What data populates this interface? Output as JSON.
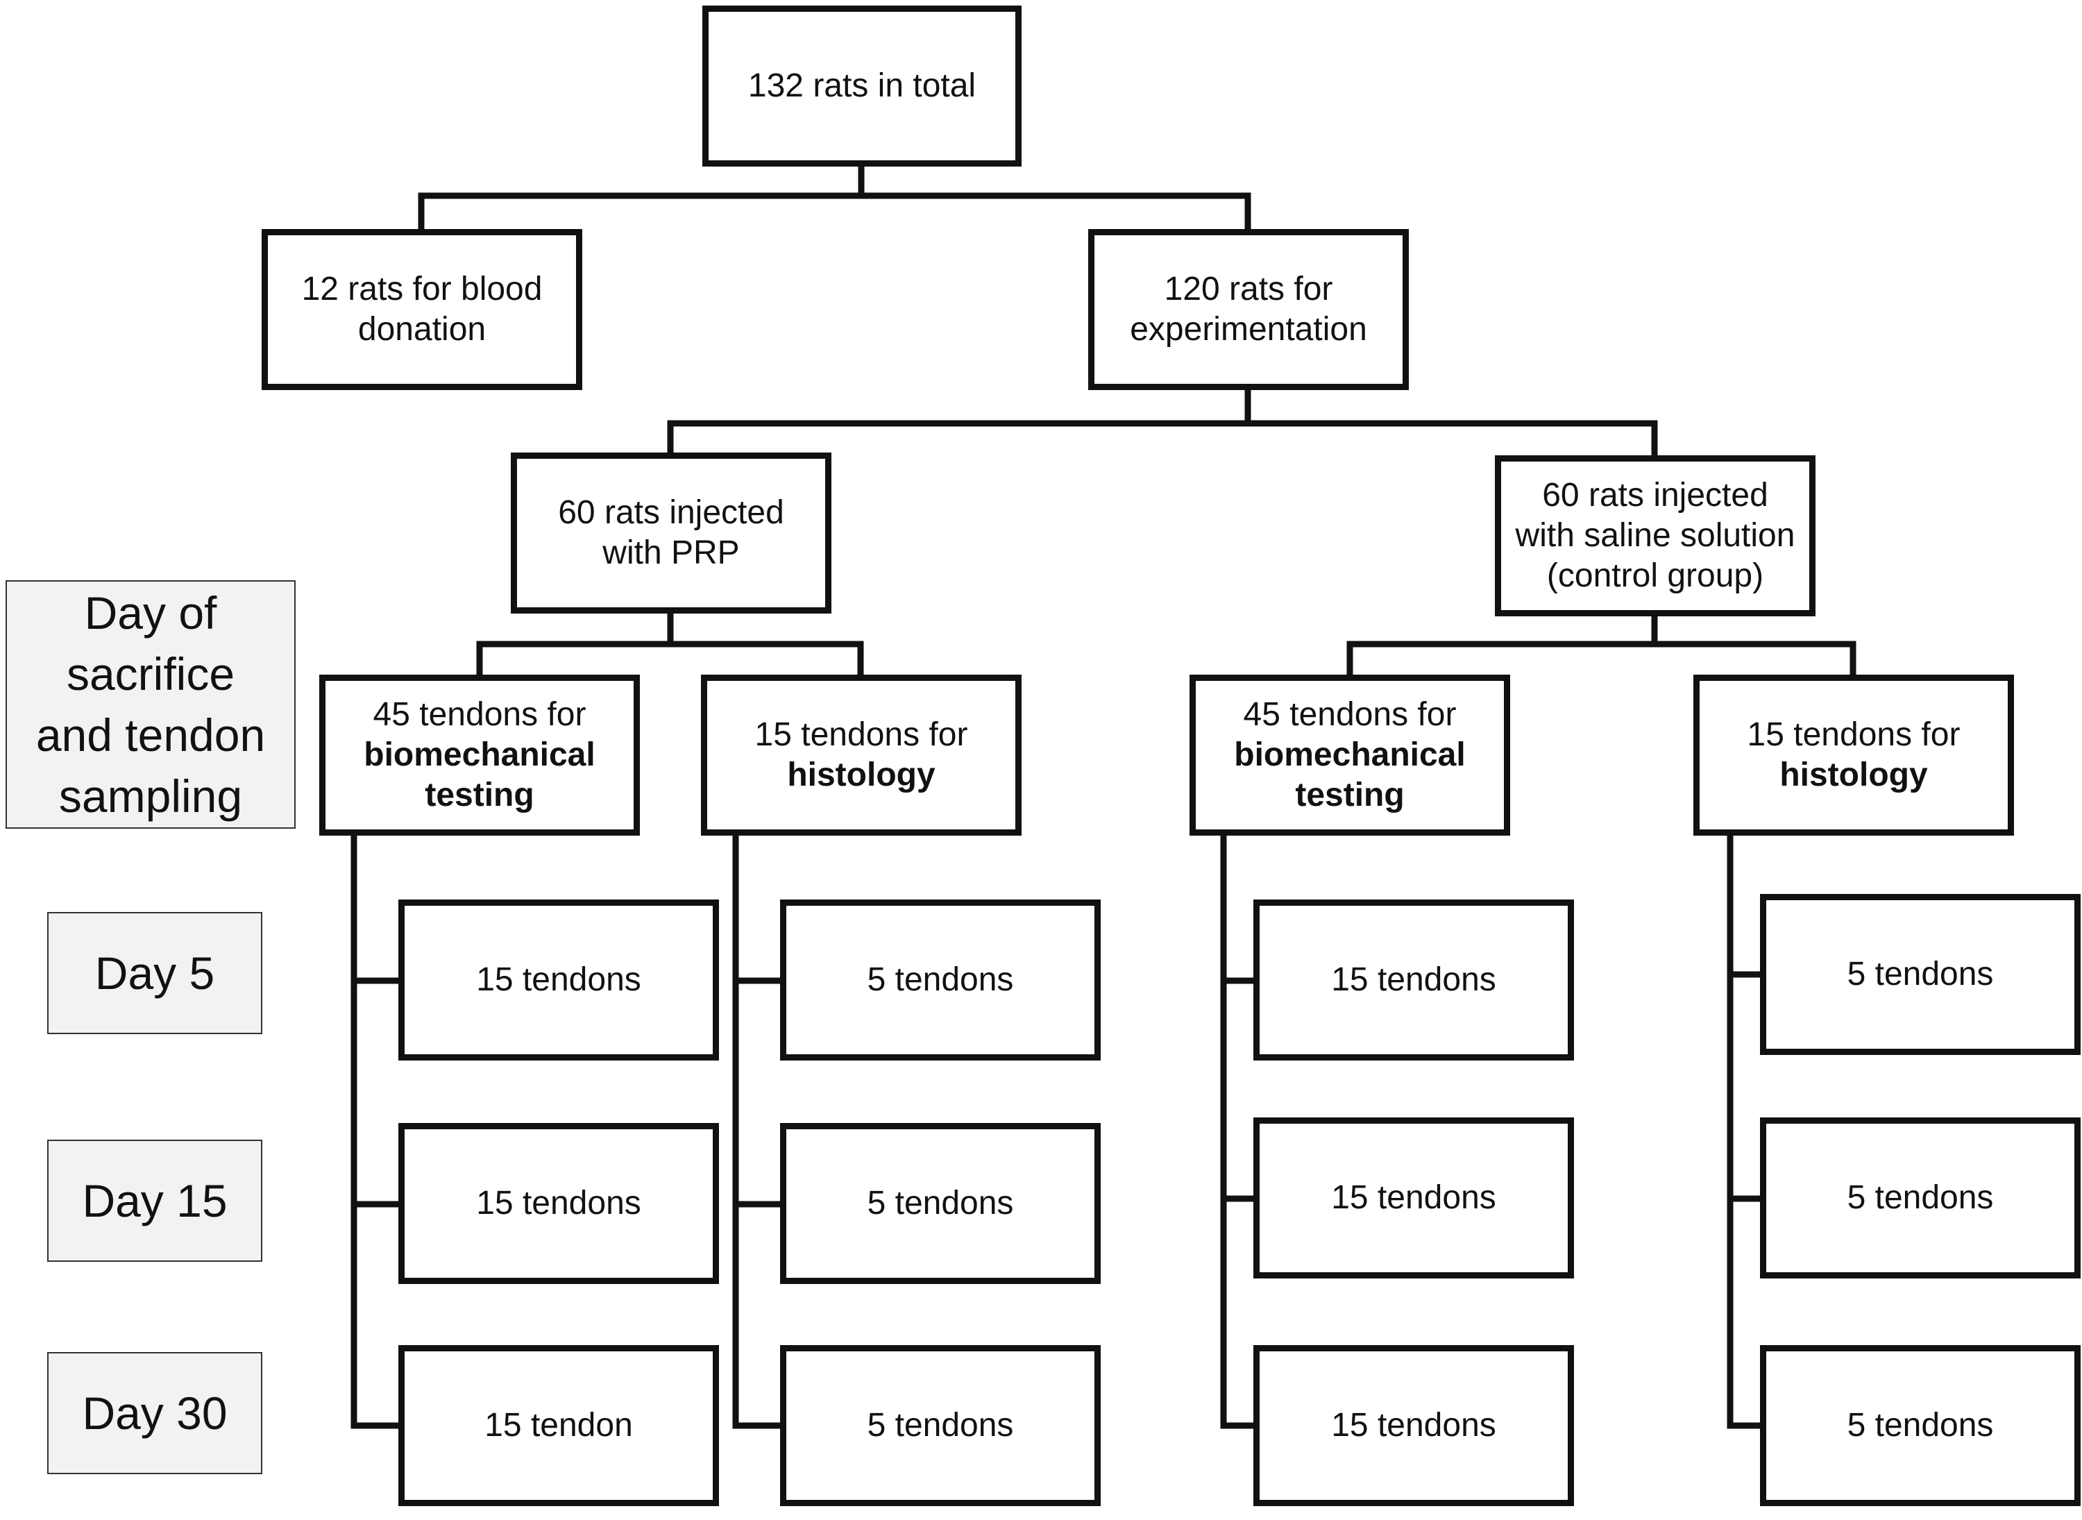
{
  "root": {
    "label": "132 rats in total"
  },
  "donors": {
    "label": "12 rats for blood donation"
  },
  "experiment": {
    "label": "120 rats for experimentation"
  },
  "groups": {
    "prp": {
      "label": "60 rats injected with PRP"
    },
    "saline": {
      "label": "60 rats injected with saline solution (control group)"
    }
  },
  "subgroups": {
    "prp_biomech": {
      "prefix": "45 tendons for",
      "emphasis": "biomechanical testing"
    },
    "prp_histo": {
      "prefix": "15 tendons for",
      "emphasis": "histology"
    },
    "sal_biomech": {
      "prefix": "45 tendons for",
      "emphasis": "biomechanical testing"
    },
    "sal_histo": {
      "prefix": "15 tendons for",
      "emphasis": "histology"
    }
  },
  "side_header": {
    "label": "Day of sacrifice and tendon sampling"
  },
  "days": [
    "Day 5",
    "Day 15",
    "Day 30"
  ],
  "leaves": {
    "prp_biomech": [
      "15 tendons",
      "15 tendons",
      "15 tendon"
    ],
    "prp_histo": [
      "5 tendons",
      "5 tendons",
      "5 tendons"
    ],
    "sal_biomech": [
      "15 tendons",
      "15 tendons",
      "15 tendons"
    ],
    "sal_histo": [
      "5 tendons",
      "5 tendons",
      "5 tendons"
    ]
  }
}
